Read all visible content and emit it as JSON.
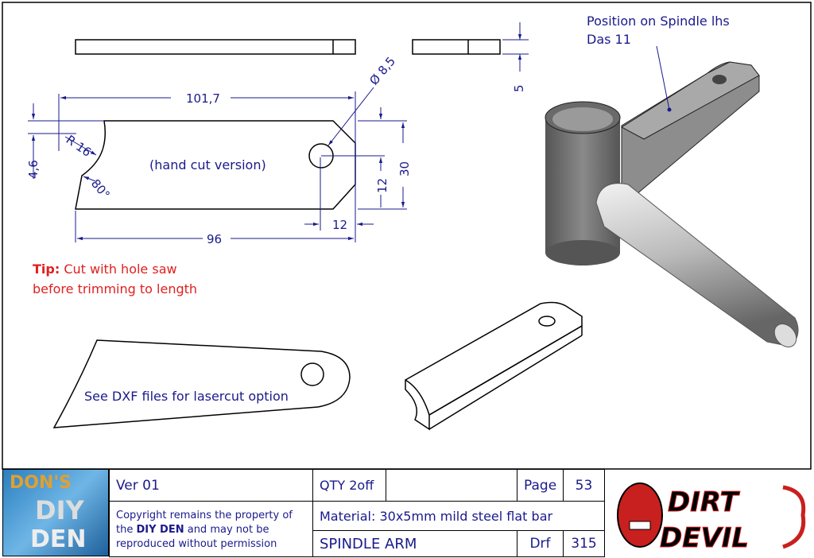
{
  "drawing": {
    "dimensions": {
      "overall_length": "101,7",
      "hole_diameter": "Ø 8,5",
      "radius": "R 16",
      "offset": "4,6",
      "angle": "80°",
      "width": "30",
      "hole_from_edge_v": "12",
      "hole_from_edge_h": "12",
      "base_length": "96",
      "thickness": "5"
    },
    "hand_cut_label": "(hand cut version)",
    "tip_prefix": "Tip:",
    "tip_line1": "Cut with hole saw",
    "tip_line2": "before trimming to length",
    "lasercut_note": "See DXF files for lasercut option",
    "position_note_line1": "Position on Spindle lhs",
    "position_note_line2": "Das 11"
  },
  "title_block": {
    "logo_left": [
      "DON'S",
      "DIY",
      "DEN"
    ],
    "version": "Ver   01",
    "copyright_pre": "Copyright remains the property of the ",
    "copyright_bold": "DIY DEN",
    "copyright_post": " and may not be reproduced without permission",
    "qty": "QTY 2off",
    "page_label": "Page",
    "page_number": "53",
    "material": "Material: 30x5mm mild steel flat bar",
    "part_name": "SPINDLE ARM",
    "drf_label": "Drf",
    "drf_number": "315",
    "logo_right": [
      "DIRT",
      "DEVIL"
    ]
  }
}
